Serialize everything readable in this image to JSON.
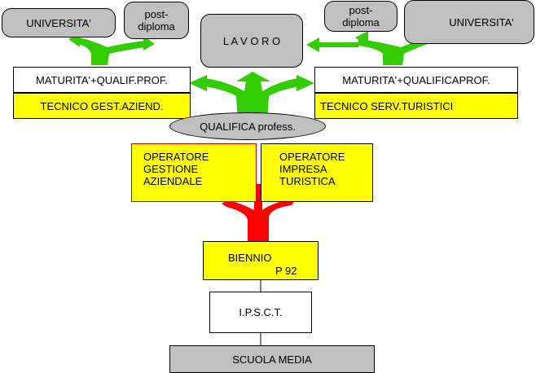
{
  "colors": {
    "green": "#33cc00",
    "red": "#ff0000",
    "gray": "#c0c0c0",
    "yellow": "#ffff00"
  },
  "top": {
    "universita_left": "UNIVERSITA'",
    "postdiploma_left": "post-\ndiploma",
    "lavoro": "L A V O R O",
    "postdiploma_right": "post-\ndiploma",
    "universita_right": "UNIVERSITA'"
  },
  "left_branch": {
    "maturita": "MATURITA'+QUALIF.PROF.",
    "tecnico": "TECNICO GEST.AZIEND."
  },
  "right_branch": {
    "maturita": "MATURITA'+QUALIFICAPROF.",
    "tecnico": "TECNICO SERV.TURISTICI"
  },
  "qualifica": "QUALIFICA profess.",
  "operatore_left": "OPERATORE\nGESTIONE\nAZIENDALE",
  "operatore_right": "OPERATORE\nIMPRESA\nTURISTICA",
  "biennio": {
    "line1": "BIENNIO",
    "line2": "P 92"
  },
  "ipsct": "I.P.S.C.T.",
  "scuola": "SCUOLA MEDIA"
}
